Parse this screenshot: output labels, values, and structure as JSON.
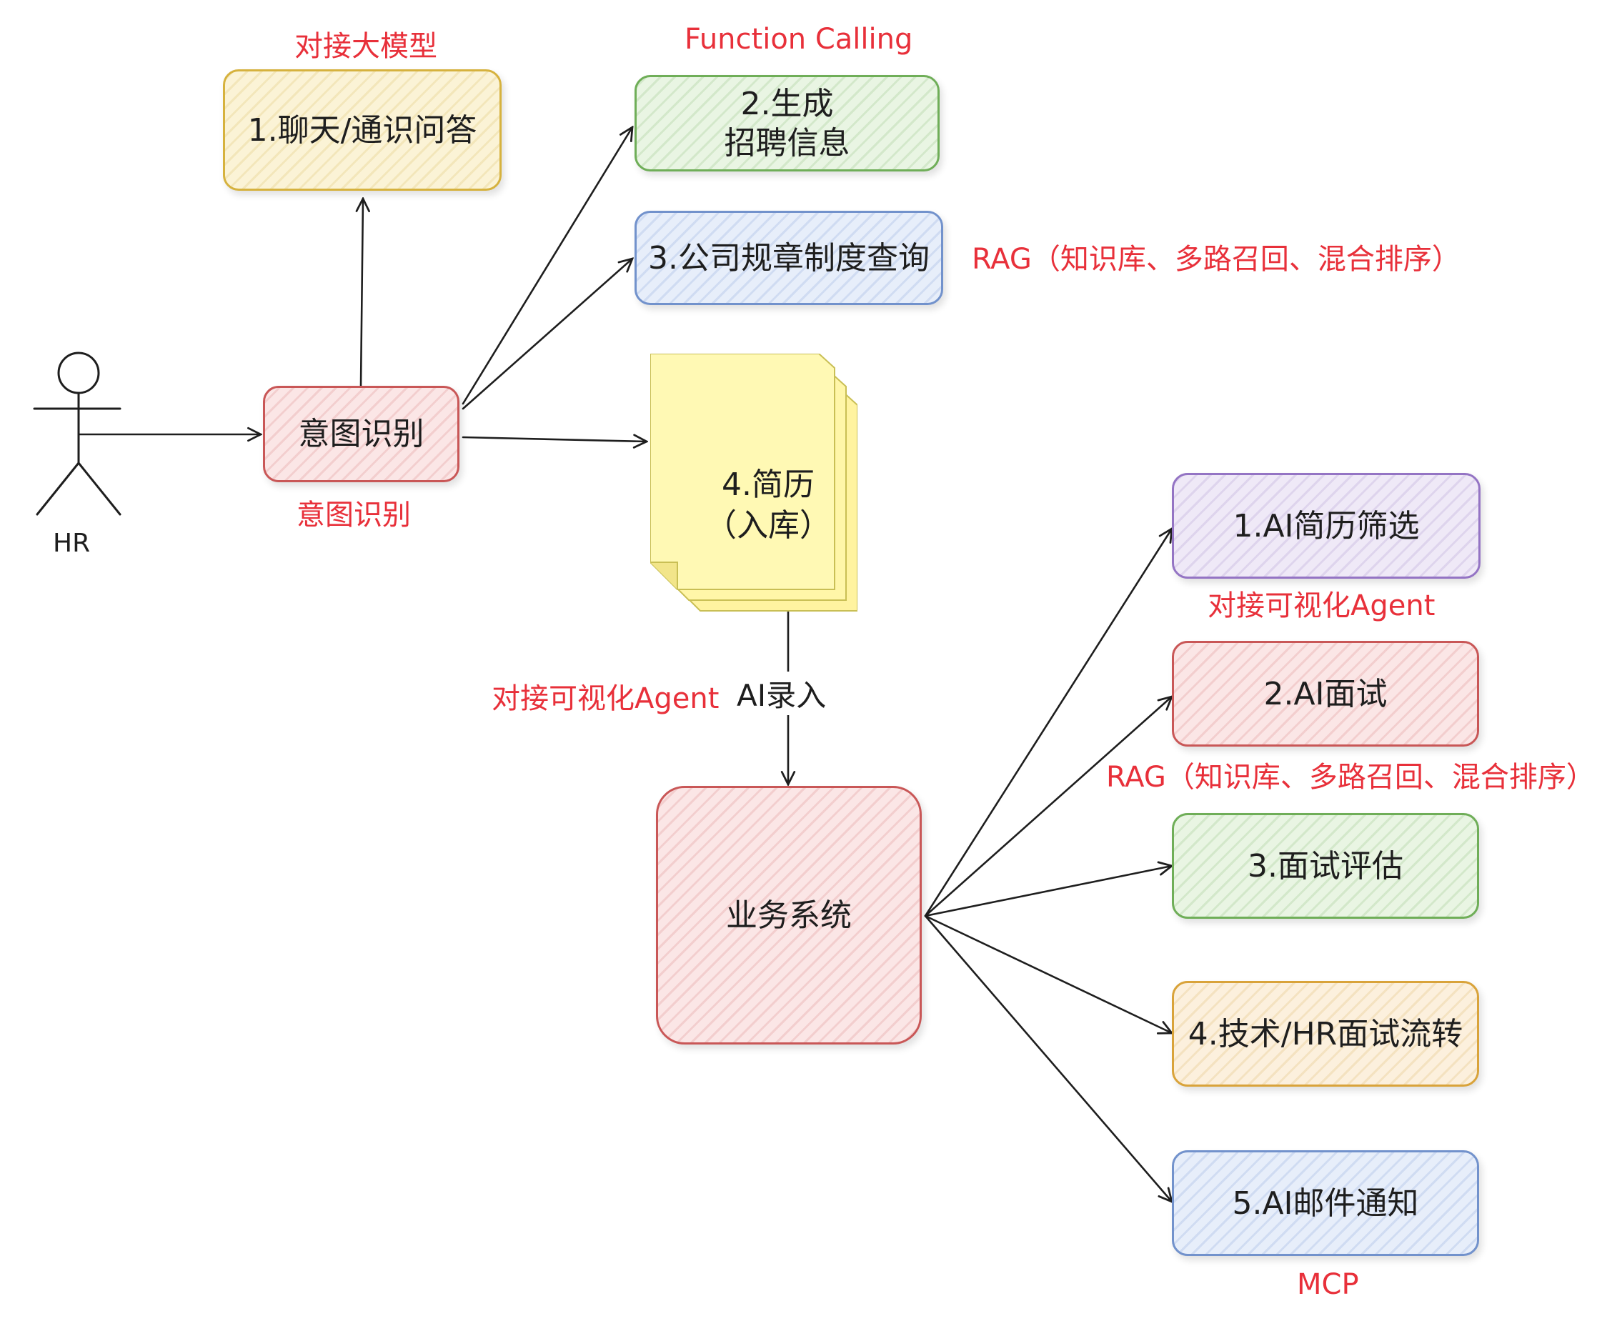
{
  "actor": {
    "label": "HR"
  },
  "nodes": {
    "intent": "意图识别",
    "chat": "1.聊天/通识问答",
    "recruit_line1": "2.生成",
    "recruit_line2": "招聘信息",
    "policy": "3.公司规章制度查询",
    "resume_line1": "4.简历",
    "resume_line2": "（入库）",
    "business": "业务系统",
    "screening": "1.AI简历筛选",
    "interview": "2.AI面试",
    "evaluation": "3.面试评估",
    "flow": "4.技术/HR面试流转",
    "email": "5.AI邮件通知"
  },
  "annotations": {
    "llm": "对接大模型",
    "function_calling": "Function Calling",
    "rag_policy": "RAG（知识库、多路召回、混合排序）",
    "intent_caption": "意图识别",
    "agent_entry": "对接可视化Agent",
    "ai_entry": "AI录入",
    "agent_screening": "对接可视化Agent",
    "rag_interview": "RAG（知识库、多路召回、混合排序）",
    "mcp": "MCP"
  },
  "colors": {
    "annotation": "#e8303a",
    "stroke": "#1e1e1e"
  }
}
